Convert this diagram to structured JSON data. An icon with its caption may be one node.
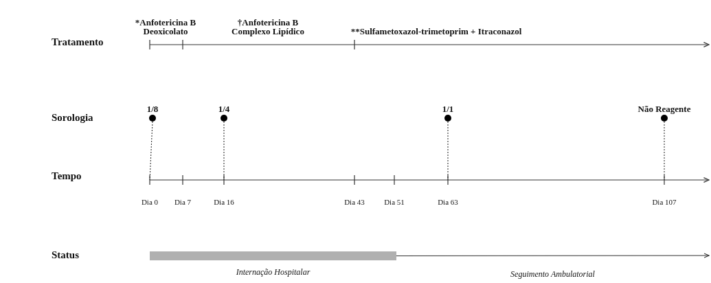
{
  "diagram": {
    "nodes": [
      {
        "text": [
          "1/8"
        ]
      },
      {
        "text": [
          "1/4"
        ]
      },
      {
        "text": [
          "1/1"
        ]
      },
      {
        "text": [
          "Não Reagente"
        ]
      },
      {
        "text": [
          "Dia 0"
        ]
      },
      {
        "text": [
          "Dia 7"
        ]
      },
      {
        "text": [
          "Dia 16"
        ]
      },
      {
        "text": [
          "Dia 43"
        ]
      },
      {
        "text": [
          "Dia 51"
        ]
      },
      {
        "text": [
          "Dia 63"
        ]
      },
      {
        "text": [
          "Dia 107"
        ]
      },
      {
        "text": [],
        "shape": "bar",
        "beside": [
          "Internação Hospitalar"
        ]
      }
    ],
    "edges": [
      {
        "from": 0,
        "to": 4,
        "arrow": "none",
        "style": "dashed"
      },
      {
        "from": 1,
        "to": 6,
        "arrow": "none",
        "style": "dashed"
      },
      {
        "from": 2,
        "to": 9,
        "arrow": "none",
        "style": "dashed"
      },
      {
        "from": 3,
        "to": 10,
        "arrow": "none",
        "style": "dashed"
      },
      {
        "from": 11,
        "to": null,
        "arrow": "to",
        "label": "Seguimento Ambulatorial"
      }
    ],
    "labels": [
      "*Anfotericina B Deoxicolato",
      "†Anfotericina B Complexo Lipídico",
      "**Sulfametoxazol-trimetoprim + Itraconazol",
      "Tratamento",
      "Sorologia",
      "Tempo",
      "Status"
    ]
  }
}
